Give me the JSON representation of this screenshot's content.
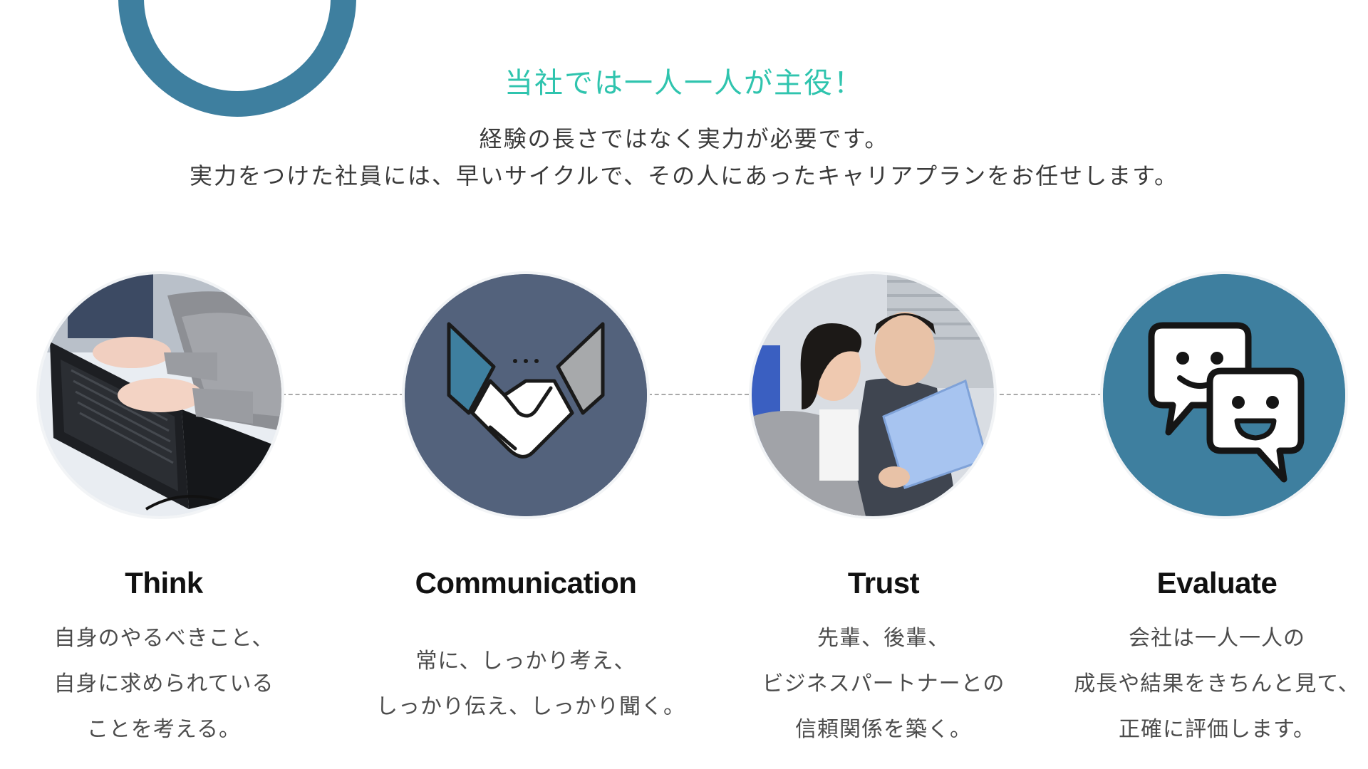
{
  "colors": {
    "accent_teal": "#2fc4ae",
    "brand_blue": "#3e7f9f",
    "slate": "#53627c",
    "text_dark": "#3a3a3a"
  },
  "hero": {
    "heading": "当社では一人一人が主役！",
    "intro_line_1": "経験の長さではなく実力が必要です。",
    "intro_line_2": "実力をつけた社員には、早いサイクルで、その人にあったキャリアプランをお任せします。"
  },
  "values": [
    {
      "title": "Think",
      "image": "laptop-typing-photo",
      "lines": [
        "自身のやるべきこと、",
        "自身に求められている",
        "ことを考える。"
      ]
    },
    {
      "title": "Communication",
      "image": "handshake-icon",
      "lines": [
        "常に、しっかり考え、",
        "しっかり伝え、しっかり聞く。"
      ]
    },
    {
      "title": "Trust",
      "image": "colleagues-meeting-photo",
      "lines": [
        "先輩、後輩、",
        "ビジネスパートナーとの",
        "信頼関係を築く。"
      ]
    },
    {
      "title": "Evaluate",
      "image": "chat-bubbles-icon",
      "lines": [
        "会社は一人一人の",
        "成長や結果をきちんと見て、",
        "正確に評価します。"
      ]
    }
  ]
}
